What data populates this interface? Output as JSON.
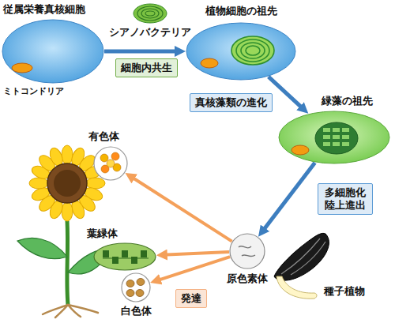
{
  "diagram": {
    "nodes": [
      {
        "text": [
          "従属栄養真核細胞"
        ]
      },
      {
        "text": [
          "ミトコンドリア"
        ],
        "in": 0
      },
      {
        "text": [
          "シアノバクテリア"
        ]
      },
      {
        "text": [
          "植物細胞の祖先"
        ]
      },
      {
        "text": [
          "緑藻の祖先"
        ]
      },
      {
        "text": [
          "原色素体"
        ]
      },
      {
        "text": [
          "有色体"
        ]
      },
      {
        "text": [
          "葉緑体"
        ]
      },
      {
        "text": [
          "白色体"
        ]
      }
    ],
    "edges": [
      {
        "from": 0,
        "to": 3,
        "arrow": "to",
        "label": "細胞内共生"
      },
      {
        "from": 3,
        "to": 4,
        "arrow": "to",
        "label": "真核藻類の進化"
      },
      {
        "from": 4,
        "to": 5,
        "arrow": "to",
        "label": "多細胞化 陸上進出"
      },
      {
        "from": 5,
        "to": 6,
        "arrow": "to"
      },
      {
        "from": 5,
        "to": 7,
        "arrow": "to"
      },
      {
        "from": 5,
        "to": 8,
        "arrow": "to",
        "label": "発達"
      }
    ],
    "labels": [
      "種子植物"
    ]
  }
}
